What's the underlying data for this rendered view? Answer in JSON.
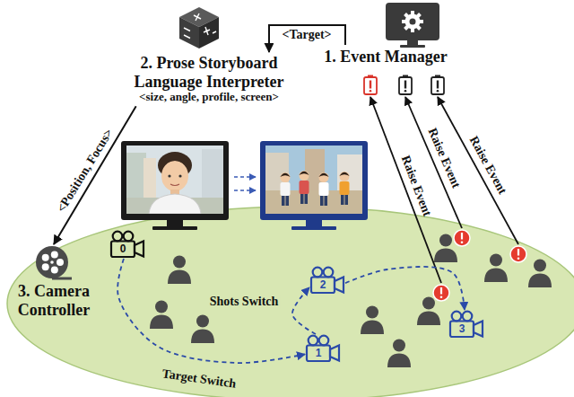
{
  "diagram": {
    "nodes": [
      {
        "text": [
          "1. Event Manager"
        ]
      },
      {
        "text": [
          "2. Prose Storyboard Language Interpreter",
          "<size, angle, profile, screen>"
        ]
      },
      {
        "text": [
          "3. Camera Controller"
        ]
      },
      {
        "text": [
          "0"
        ]
      },
      {
        "text": [
          "1"
        ]
      },
      {
        "text": [
          "2"
        ]
      },
      {
        "text": [
          "3"
        ]
      }
    ],
    "edges": [
      {
        "from": 0,
        "to": 1,
        "arrow": "to",
        "label": "<Target>"
      },
      {
        "from": 1,
        "to": 2,
        "arrow": "to",
        "label": "<Position, Focus>"
      },
      {
        "from": 3,
        "to": 4,
        "arrow": "to",
        "label": "Target Switch"
      },
      {
        "from": 4,
        "to": 5,
        "arrow": "to",
        "label": "Shots Switch"
      },
      {
        "from": 5,
        "to": 6,
        "arrow": "to"
      }
    ],
    "labels": [
      "Raise Event",
      "Raise Event",
      "Raise Event"
    ]
  }
}
